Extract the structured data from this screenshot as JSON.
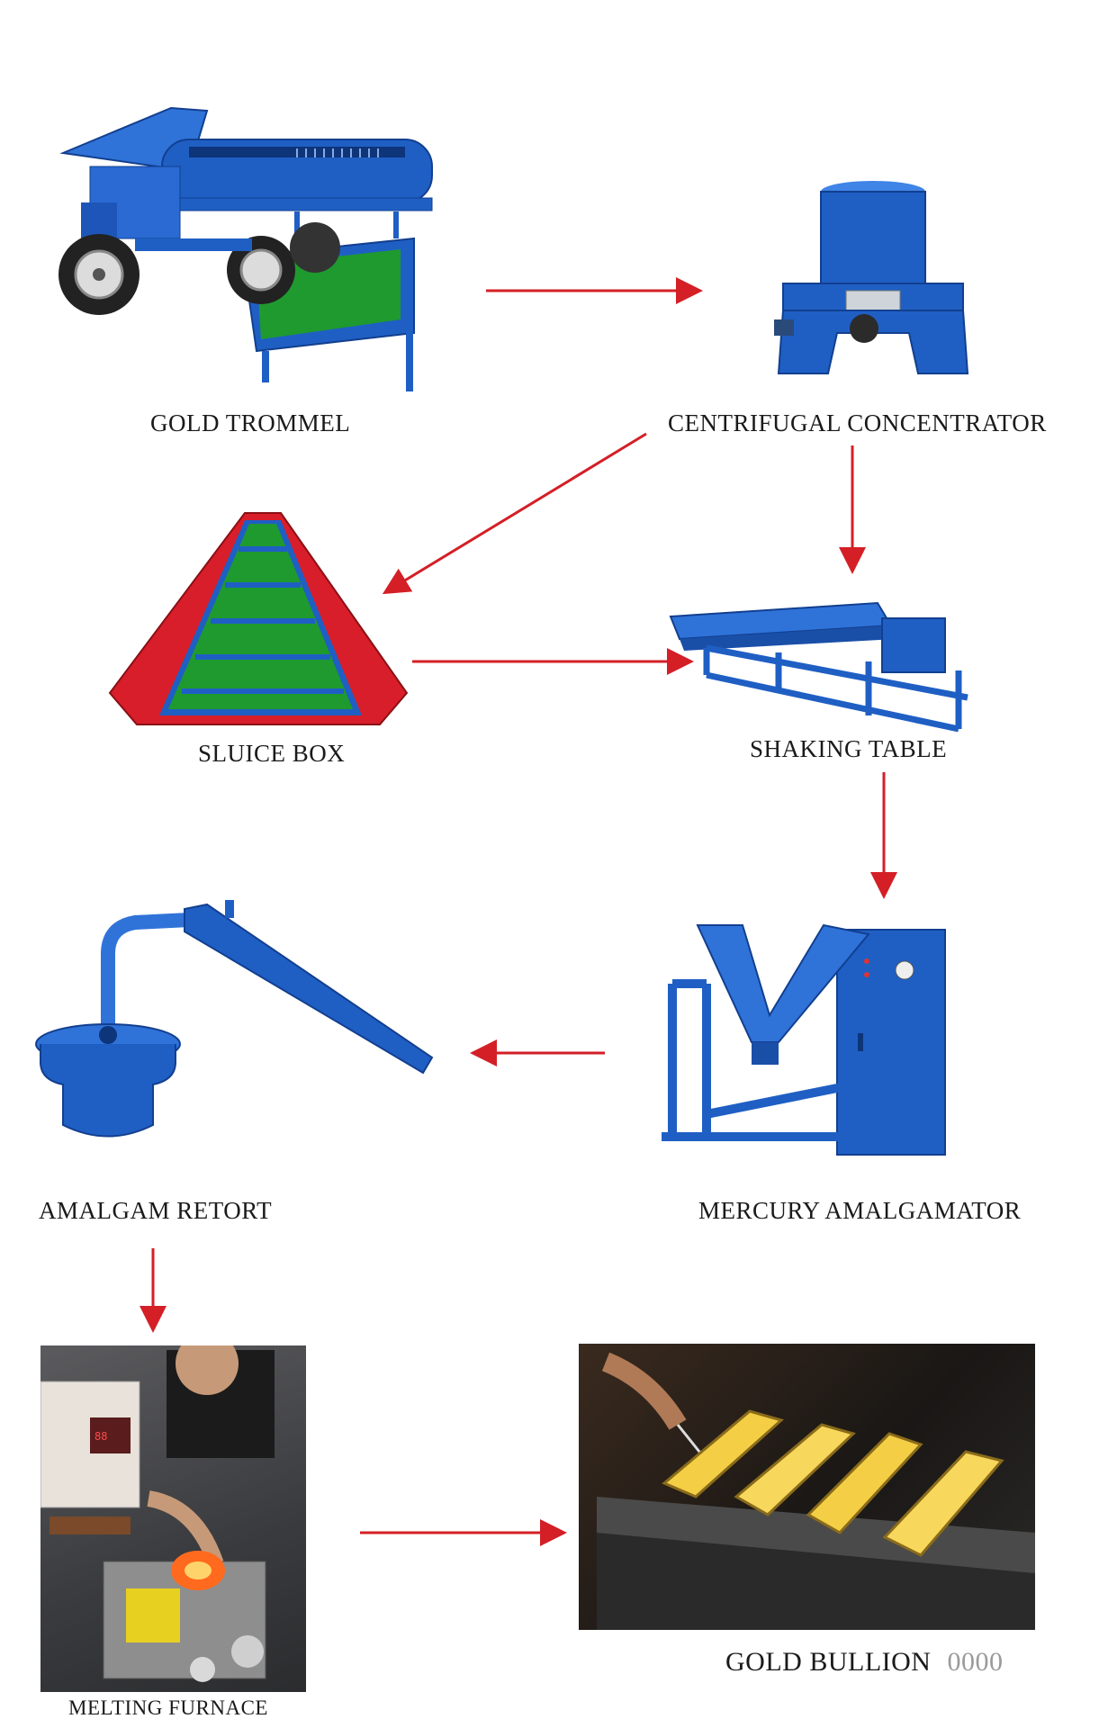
{
  "nodes": {
    "gold_trommel": "GOLD TROMMEL",
    "centrifugal_concentrator": "CENTRIFUGAL CONCENTRATOR",
    "sluice_box": "SLUICE BOX",
    "shaking_table": "SHAKING TABLE",
    "amalgam_retort": "AMALGAM RETORT",
    "mercury_amalgamator": "MERCURY AMALGAMATOR",
    "melting_furnace": "MELTING FURNACE",
    "gold_bullion": "GOLD BULLION",
    "gold_bullion_trailing_text": "0000"
  },
  "colors": {
    "machine_blue": "#1f5fc4",
    "machine_blue_dark": "#123f8f",
    "mat_green": "#1f9a2f",
    "sluice_red": "#d81e2a",
    "arrow_red": "#d41f26",
    "gold": "#f4cf46"
  },
  "icons": [
    "trommel-machine-image",
    "centrifugal-concentrator-image",
    "sluice-box-image",
    "shaking-table-image",
    "amalgam-retort-image",
    "mercury-amalgamator-image",
    "melting-furnace-photo",
    "gold-bullion-photo"
  ]
}
